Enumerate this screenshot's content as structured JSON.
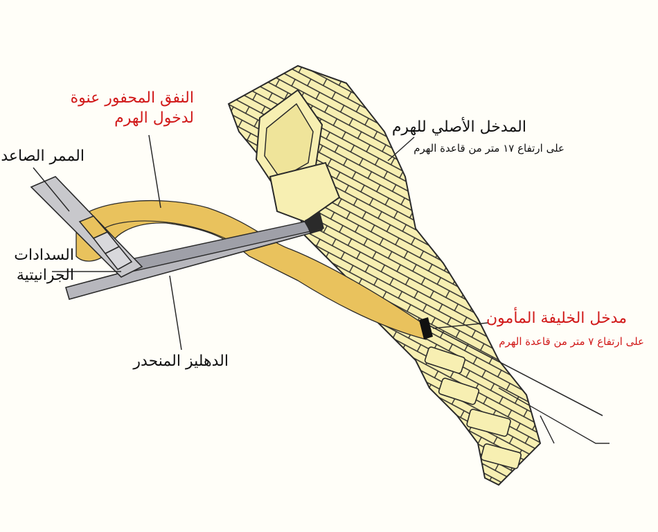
{
  "labels": {
    "forced_tunnel": [
      "النفق المحفور عنوة",
      "لدخول الهرم"
    ],
    "ascending_passage": "الممر الصاعد",
    "granite_plugs": [
      "السدادات",
      "الجرانيتية"
    ],
    "descending_corridor": "الدهليز المنحدر",
    "original_entrance": "المدخل الأصلي للهرم",
    "original_entrance_height": "على ارتفاع ١٧ متر من قاعدة الهرم",
    "mamun_entrance": "مدخل الخليفة المأمون",
    "mamun_entrance_height": "على ارتفاع ٧ متر من قاعدة الهرم"
  },
  "colors": {
    "tunnel": "#e9c25d",
    "stone": "#f7efb2",
    "stone_outline": "#2a2a2a",
    "passage": "#b7b7bd",
    "highlight_text": "#d11a1a"
  }
}
